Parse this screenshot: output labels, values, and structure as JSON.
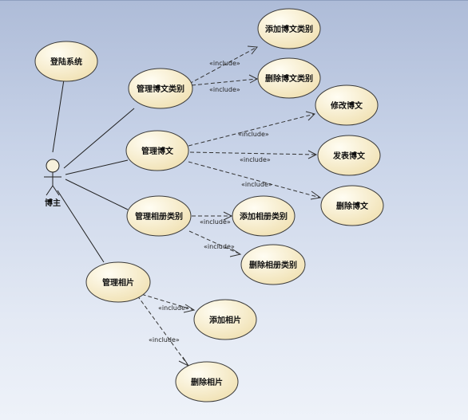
{
  "actor": {
    "name": "博主",
    "icon": "stick-figure-actor-icon"
  },
  "use_cases": {
    "login": "登陆系统",
    "manage_category": "管理博文类别",
    "add_category": "添加博文类别",
    "delete_category": "删除博文类别",
    "manage_post": "管理博文",
    "edit_post": "修改博文",
    "publish_post": "发表博文",
    "delete_post": "删除博文",
    "manage_album_category": "管理相册类别",
    "add_album_category": "添加相册类别",
    "delete_album_category": "删除相册类别",
    "manage_photo": "管理相片",
    "add_photo": "添加相片",
    "delete_photo": "删除相片"
  },
  "relations": {
    "include_label": "«include»"
  },
  "colors": {
    "ellipse_top": "#fffdf3",
    "ellipse_bottom": "#f1e2b5",
    "background_top": "#aebcd8",
    "background_bottom": "#eef2f9"
  }
}
